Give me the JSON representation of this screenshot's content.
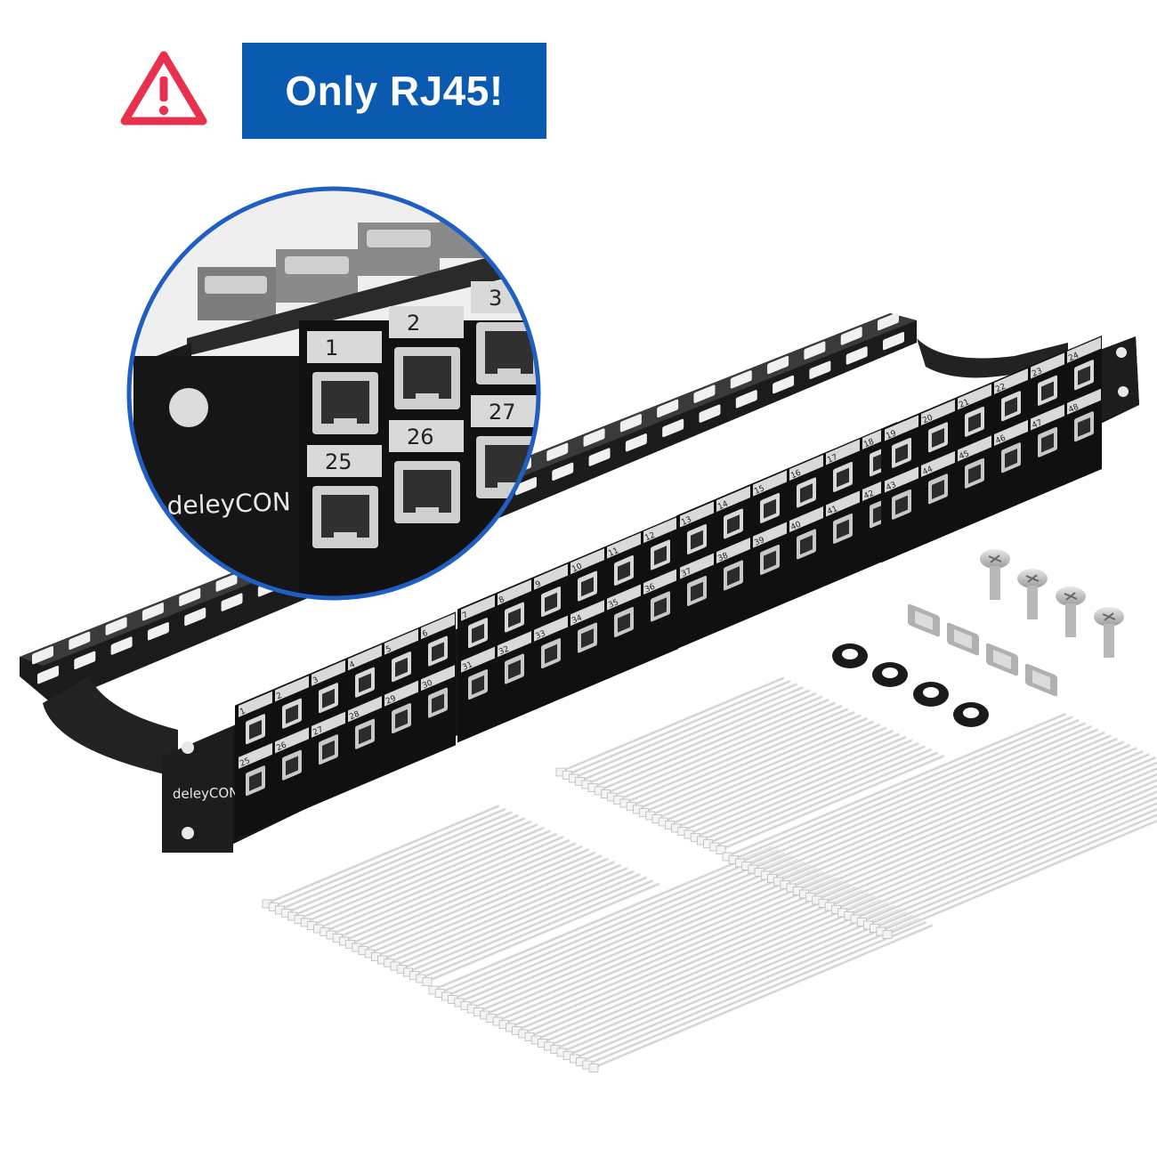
{
  "banner": {
    "text": "Only RJ45!"
  },
  "brand": {
    "logo": "deleyCON"
  },
  "zoom_ports": {
    "top": [
      "1",
      "2",
      "3"
    ],
    "bottom": [
      "25",
      "26",
      "27"
    ]
  },
  "panel_groups": [
    {
      "top": [
        "1",
        "2",
        "3",
        "4",
        "5",
        "6"
      ],
      "bottom": [
        "25",
        "26",
        "27",
        "28",
        "29",
        "30"
      ]
    },
    {
      "top": [
        "7",
        "8",
        "9",
        "10",
        "11",
        "12"
      ],
      "bottom": [
        "31",
        "32",
        "33",
        "34",
        "35",
        "36"
      ]
    },
    {
      "top": [
        "13",
        "14",
        "15",
        "16",
        "17",
        "18"
      ],
      "bottom": [
        "37",
        "38",
        "39",
        "40",
        "41",
        "42"
      ]
    },
    {
      "top": [
        "19",
        "20",
        "21",
        "22",
        "23",
        "24"
      ],
      "bottom": [
        "43",
        "44",
        "45",
        "46",
        "47",
        "48"
      ]
    }
  ],
  "colors": {
    "banner_blue": "#0a5bb0",
    "warning_red": "#e8304f",
    "panel_black": "#1a1a1a",
    "zoom_ring": "#1f5fc2",
    "label_gray": "#d9d9d9"
  },
  "icons": {
    "warning": "warning-triangle-icon"
  }
}
